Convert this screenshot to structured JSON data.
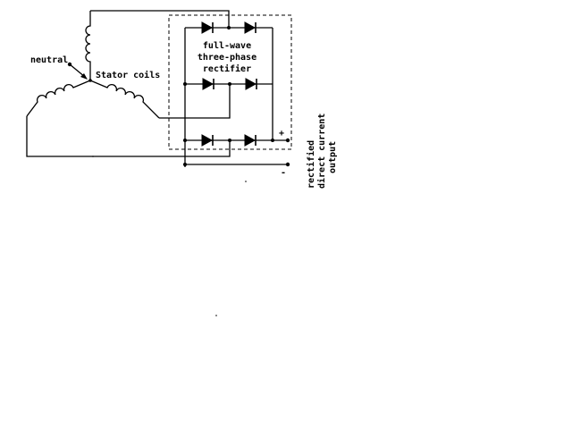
{
  "labels": {
    "neutral": "neutral",
    "stator": "Stator coils",
    "rectifier_line1": "full-wave",
    "rectifier_line2": "three-phase",
    "rectifier_line3": "rectifier",
    "plus": "+",
    "minus": "-",
    "output_line1": "rectified",
    "output_line2": "direct current",
    "output_line3": "output"
  }
}
